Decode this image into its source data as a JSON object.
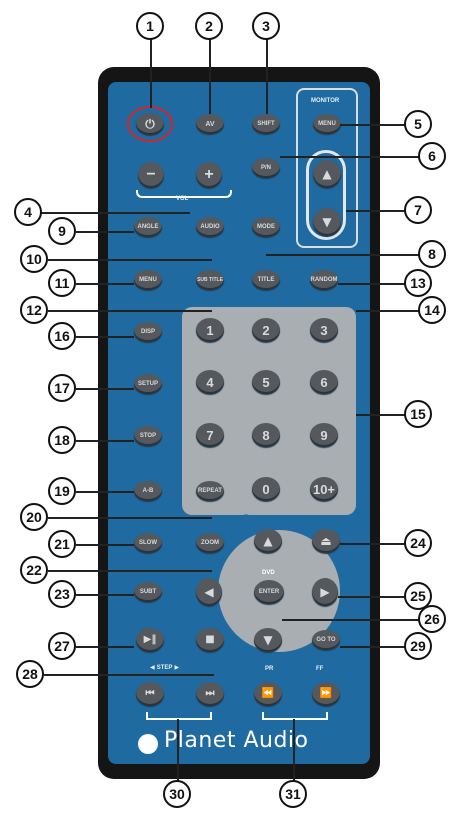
{
  "callouts": [
    "1",
    "2",
    "3",
    "4",
    "5",
    "6",
    "7",
    "8",
    "9",
    "10",
    "11",
    "12",
    "13",
    "14",
    "15",
    "16",
    "17",
    "18",
    "19",
    "20",
    "21",
    "22",
    "23",
    "24",
    "25",
    "26",
    "27",
    "28",
    "29",
    "30",
    "31"
  ],
  "labels": {
    "monitor": "MONITOR",
    "vol": "VOL",
    "dvd": "DVD",
    "step": "STEP",
    "pr": "PR",
    "ff": "FF"
  },
  "buttons": {
    "av": "AV",
    "sheet": "SHIFT",
    "menu_monitor": "MENU",
    "pn": "P/N",
    "mode": "MODE",
    "angle": "ANGLE",
    "audio": "AUDIO",
    "menu": "MENU",
    "sub_title": "SUB TITLE",
    "title": "TITLE",
    "random": "RANDOM",
    "disp": "DISP",
    "setup": "SETUP",
    "stop": "STOP",
    "ab": "A-B",
    "repeat": "REPEAT",
    "slow": "SLOW",
    "zoom": "ZOOM",
    "enter": "ENTER",
    "subt": "SUBT",
    "goto": "GO TO",
    "numbers": [
      "1",
      "2",
      "3",
      "4",
      "5",
      "6",
      "7",
      "8",
      "9",
      "0",
      "10+"
    ]
  },
  "brand": "Planet Audio"
}
